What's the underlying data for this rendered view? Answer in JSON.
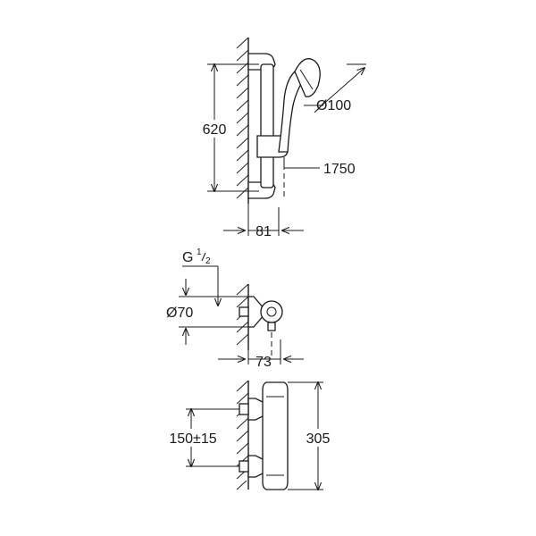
{
  "top_view": {
    "height_label": "620",
    "handshower_diameter_label": "Ø100",
    "hose_length_label": "1750",
    "wall_distance_label": "81"
  },
  "middle_view": {
    "thread_label": "G",
    "thread_num": "1",
    "thread_den": "2",
    "escutcheon_diameter_label": "Ø70",
    "projection_label": "73"
  },
  "bottom_view": {
    "centres_label": "150±15",
    "length_label": "305"
  }
}
